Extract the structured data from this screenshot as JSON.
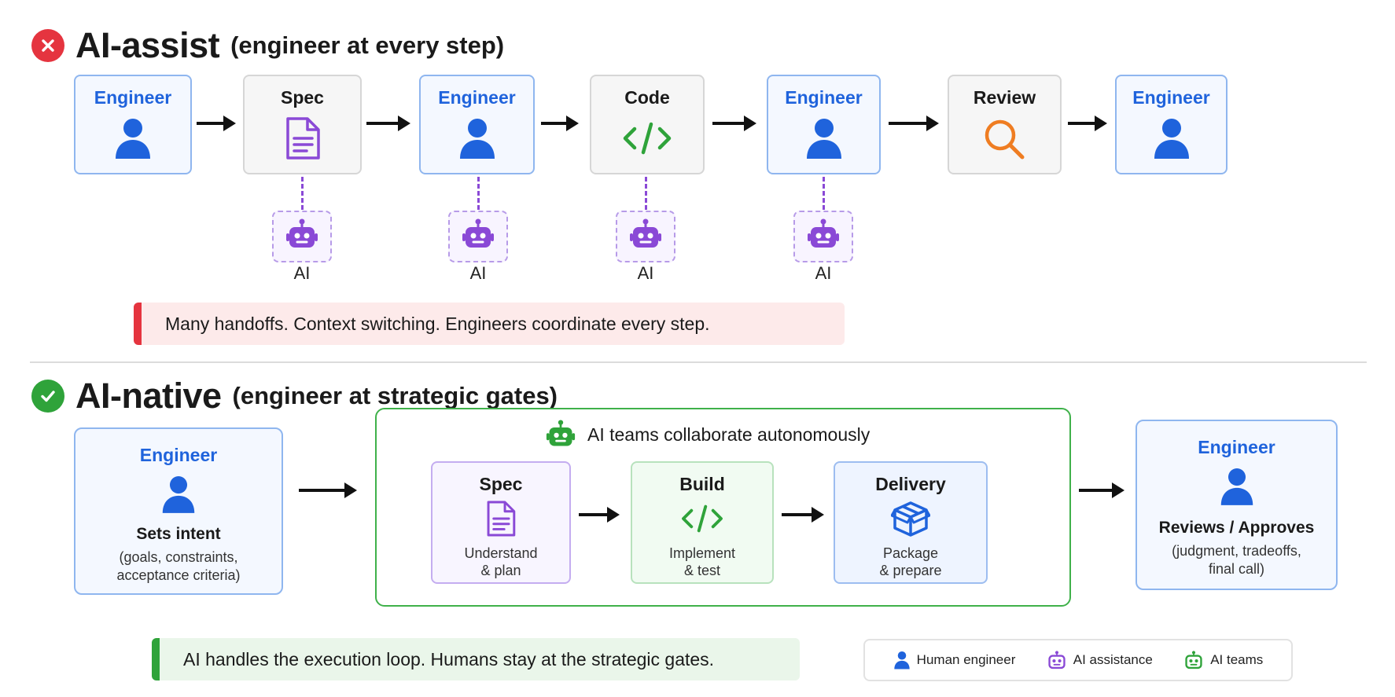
{
  "assist": {
    "title": "AI-assist",
    "subtitle": "(engineer at every step)",
    "steps": [
      "Engineer",
      "Spec",
      "Engineer",
      "Code",
      "Engineer",
      "Review",
      "Engineer"
    ],
    "ai_label": "AI",
    "banner": "Many handoffs. Context switching. Engineers coordinate every step."
  },
  "native": {
    "title": "AI-native",
    "subtitle": "(engineer at strategic gates)",
    "left": {
      "label": "Engineer",
      "role": "Sets intent",
      "desc1": "(goals, constraints,",
      "desc2": "acceptance criteria)"
    },
    "team_title": "AI teams collaborate autonomously",
    "stages": [
      {
        "title": "Spec",
        "desc1": "Understand",
        "desc2": "& plan"
      },
      {
        "title": "Build",
        "desc1": "Implement",
        "desc2": "& test"
      },
      {
        "title": "Delivery",
        "desc1": "Package",
        "desc2": "& prepare"
      }
    ],
    "right": {
      "label": "Engineer",
      "role": "Reviews / Approves",
      "desc1": "(judgment, tradeoffs,",
      "desc2": "final call)"
    },
    "banner": "AI handles the execution loop. Humans stay at the strategic gates."
  },
  "legend": {
    "human": "Human engineer",
    "assist": "AI assistance",
    "teams": "AI teams"
  },
  "colors": {
    "engineer_blue": "#1f63dc",
    "ai_purple": "#8a49d6",
    "code_green": "#2fa33a",
    "review_orange": "#ef7d22",
    "error_red": "#e5343f",
    "ok_green": "#2fa33a"
  },
  "icons": {
    "person": "person-icon",
    "document": "document-icon",
    "code": "code-icon",
    "search": "search-icon",
    "robot": "robot-icon",
    "box": "package-icon",
    "x": "x-circle-icon",
    "check": "check-circle-icon"
  }
}
